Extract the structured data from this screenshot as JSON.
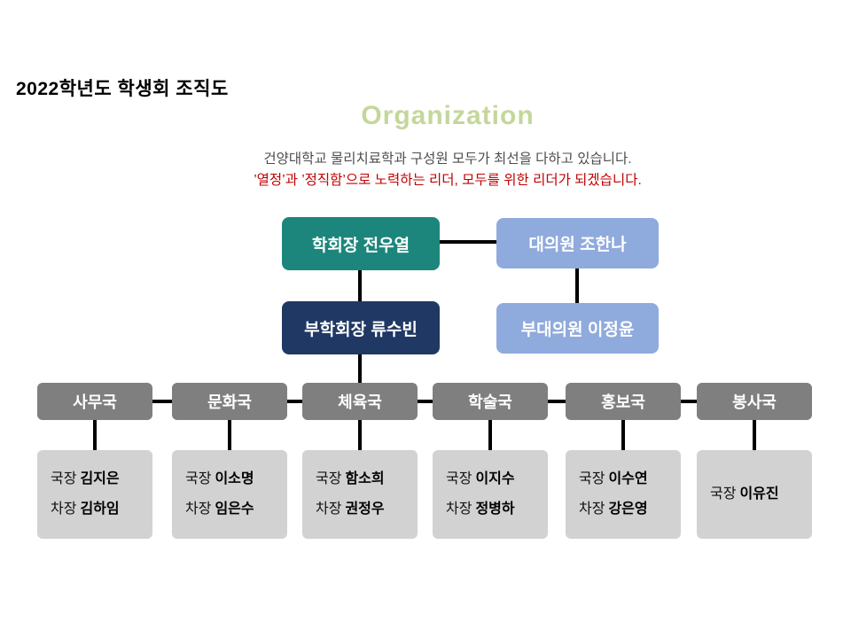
{
  "slide": {
    "title": "2022학년도 학생회 조직도",
    "heading": "Organization",
    "subtitle": "건양대학교 물리치료학과 구성원 모두가 최선을 다하고 있습니다.",
    "motto": "’열정’과 ’정직함’으로 노력하는 리더, 모두를 위한 리더가 되겠습니다."
  },
  "org": {
    "president": {
      "label": "학회장 전우열"
    },
    "delegate": {
      "label": "대의원 조한나"
    },
    "vice_president": {
      "label": "부학회장 류수빈"
    },
    "vice_delegate": {
      "label": "부대의원 이정윤"
    },
    "departments": [
      {
        "name": "사무국",
        "members": [
          {
            "role": "국장",
            "person": "김지은"
          },
          {
            "role": "차장",
            "person": "김하임"
          }
        ]
      },
      {
        "name": "문화국",
        "members": [
          {
            "role": "국장",
            "person": "이소명"
          },
          {
            "role": "차장",
            "person": "임은수"
          }
        ]
      },
      {
        "name": "체육국",
        "members": [
          {
            "role": "국장",
            "person": "함소희"
          },
          {
            "role": "차장",
            "person": "권정우"
          }
        ]
      },
      {
        "name": "학술국",
        "members": [
          {
            "role": "국장",
            "person": "이지수"
          },
          {
            "role": "차장",
            "person": "정병하"
          }
        ]
      },
      {
        "name": "홍보국",
        "members": [
          {
            "role": "국장",
            "person": "이수연"
          },
          {
            "role": "차장",
            "person": "강은영"
          }
        ]
      },
      {
        "name": "봉사국",
        "members": [
          {
            "role": "국장",
            "person": "이유진"
          }
        ]
      }
    ]
  },
  "colors": {
    "teal": "#1d867c",
    "navy": "#203864",
    "light-blue": "#8faadc",
    "dept-gray": "#7f7f7f",
    "member-gray": "#d2d2d2",
    "accent-red": "#c00000",
    "heading-green": "#c4d79b",
    "text-gray": "#4d4d4d"
  }
}
